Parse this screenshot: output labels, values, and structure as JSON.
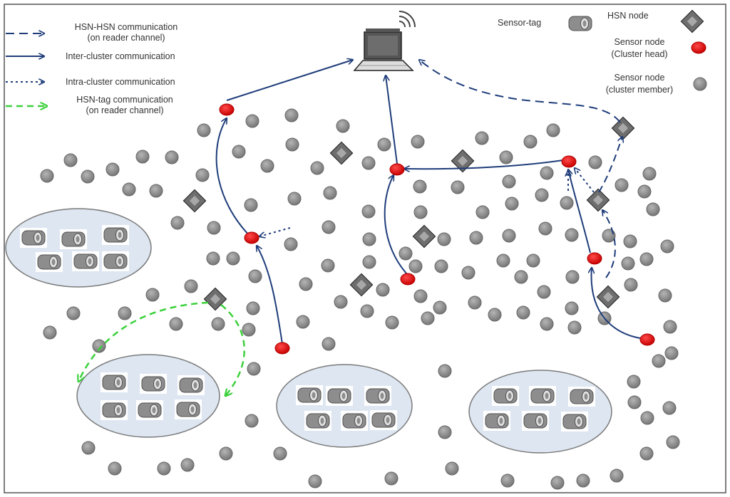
{
  "legend": {
    "hsn_hsn": {
      "line1": "HSN-HSN communication",
      "line2": "(on reader channel)"
    },
    "inter_cluster": {
      "line1": "Inter-cluster communication"
    },
    "intra_cluster": {
      "line1": "Intra-cluster communication"
    },
    "hsn_tag": {
      "line1": "HSN-tag communication",
      "line2": "(on reader channel)"
    },
    "sensor_tag": {
      "label": "Sensor-tag"
    },
    "hsn_node": {
      "label": "HSN node"
    },
    "cluster_head": {
      "line1": "Sensor node",
      "line2": "(Cluster head)"
    },
    "cluster_member": {
      "line1": "Sensor node",
      "line2": "(cluster member)"
    }
  },
  "colors": {
    "link_blue": "#1f3d7a",
    "hsn_tag_green": "#3bd13b",
    "cluster_head_red": "#e00000",
    "member_gray": "#8a8a8a",
    "cluster_fill": "#dde6f1",
    "hsn_diamond": "#6e6e6e"
  },
  "icons": {
    "gateway": "laptop-with-wireless-icon",
    "tag": "sensor-tag-icon",
    "hsn": "hsn-diamond-icon",
    "head": "red-dot-icon",
    "member": "gray-dot-icon"
  }
}
